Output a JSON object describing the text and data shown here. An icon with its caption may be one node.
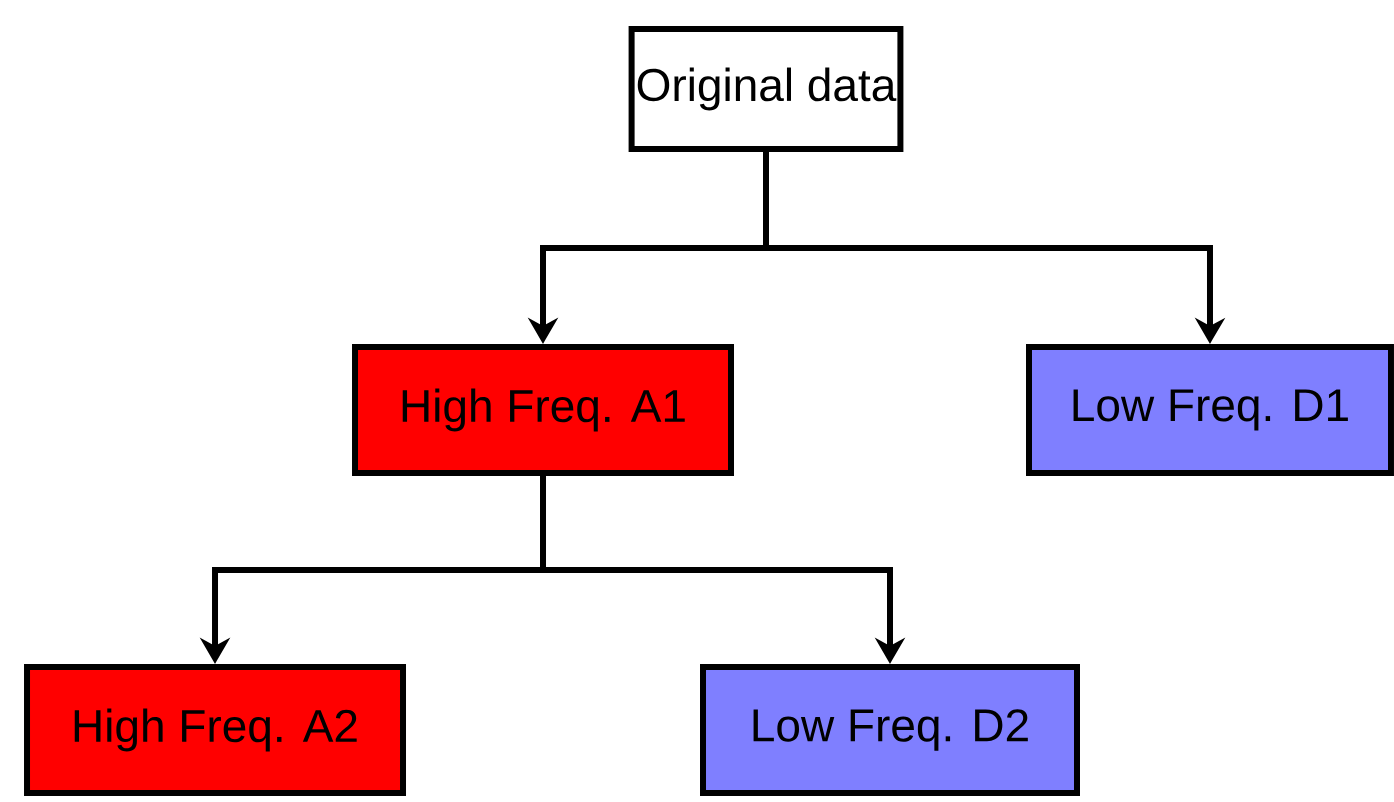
{
  "diagram": {
    "nodes": [
      {
        "text": [
          "Original data"
        ]
      },
      {
        "text": [
          "High Freq. A1"
        ]
      },
      {
        "text": [
          "Low Freq. D1"
        ]
      },
      {
        "text": [
          "High Freq. A2"
        ]
      },
      {
        "text": [
          "Low Freq. D2"
        ]
      }
    ],
    "edges": [
      {
        "from": 0,
        "to": 1,
        "arrow": "to"
      },
      {
        "from": 0,
        "to": 2,
        "arrow": "to"
      },
      {
        "from": 1,
        "to": 3,
        "arrow": "to"
      },
      {
        "from": 1,
        "to": 4,
        "arrow": "to"
      }
    ]
  }
}
